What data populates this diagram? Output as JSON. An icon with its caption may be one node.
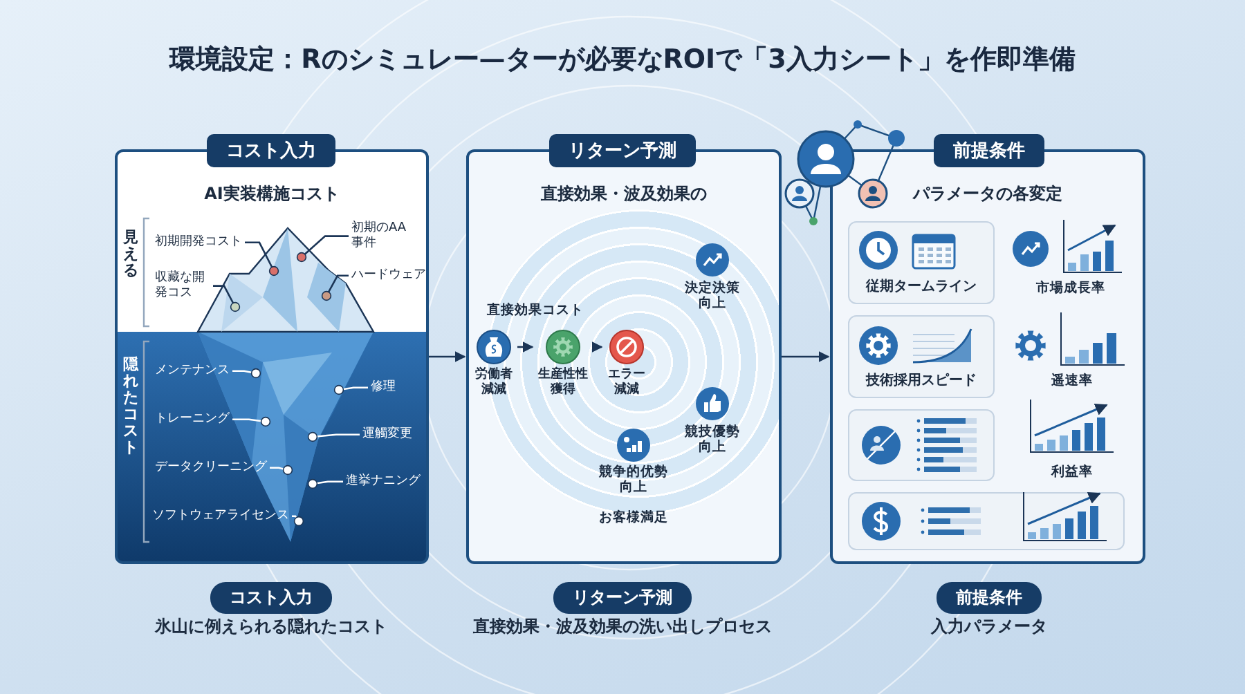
{
  "diagram": {
    "title": "環境設定：Rのシミュレー—ターが必要なROIで「3入力シート」を作即準備",
    "nodes": [
      {
        "text": [
          "AI実装構施コスト"
        ]
      },
      {
        "text": [
          "初期開発コスト"
        ],
        "in": 0
      },
      {
        "text": [
          "初期のAA事件"
        ],
        "in": 0
      },
      {
        "text": [
          "収藏な開発コス"
        ],
        "in": 0
      },
      {
        "text": [
          "ハードウェア"
        ],
        "in": 0
      },
      {
        "text": [
          "メンテナンス"
        ],
        "in": 0
      },
      {
        "text": [
          "修理"
        ],
        "in": 0
      },
      {
        "text": [
          "トレーニング"
        ],
        "in": 0
      },
      {
        "text": [
          "運觸変更"
        ],
        "in": 0
      },
      {
        "text": [
          "データクリーニング"
        ],
        "in": 0
      },
      {
        "text": [
          "進挙ナニング"
        ],
        "in": 0
      },
      {
        "text": [
          "ソフトウェアライセンス"
        ],
        "in": 0
      },
      {
        "text": [
          "直接効果・波及効果の"
        ]
      },
      {
        "text": [
          "労働者減減"
        ],
        "in": 12
      },
      {
        "text": [
          "生産性性獲得"
        ],
        "in": 12
      },
      {
        "text": [
          "エラー減減"
        ],
        "in": 12
      },
      {
        "text": [
          "パラメータの各変定"
        ]
      },
      {
        "text": [
          "従期タームライン"
        ],
        "in": 16
      },
      {
        "text": [
          "技術採用スピード"
        ],
        "in": 16
      },
      {
        "text": [],
        "shape": "box",
        "in": 16
      },
      {
        "text": [],
        "shape": "box",
        "in": 16
      },
      {
        "text": [
          "コスト入力"
        ],
        "beside": [
          "氷山に例えられる隠れたコスト"
        ]
      },
      {
        "text": [
          "リターン予測"
        ],
        "beside": [
          "直接効果・波及効果の洗い出しプロセス"
        ]
      },
      {
        "text": [
          "前提条件"
        ],
        "beside": [
          "入力パラメータ"
        ]
      },
      {
        "text": [],
        "shape": "picture",
        "in": 0
      },
      {
        "text": [
          "コスト入力"
        ]
      },
      {
        "text": [
          "リターン予測"
        ]
      },
      {
        "text": [
          "前提条件"
        ]
      }
    ],
    "edges": [
      {
        "from": 0,
        "to": 12,
        "arrow": "to"
      },
      {
        "from": 12,
        "to": 16,
        "arrow": "to"
      },
      {
        "from": 13,
        "to": 14,
        "arrow": "to"
      },
      {
        "from": 14,
        "to": 15,
        "arrow": "to"
      },
      {
        "from": 1,
        "to": 24,
        "arrow": "other"
      },
      {
        "from": 2,
        "to": 24,
        "arrow": "other"
      },
      {
        "from": 3,
        "to": 24,
        "arrow": "other"
      },
      {
        "from": 4,
        "to": 24,
        "arrow": "other"
      },
      {
        "from": 5,
        "to": 24,
        "arrow": "other",
        "color": "#ffffff"
      },
      {
        "from": 6,
        "to": 24,
        "arrow": "other",
        "color": "#ffffff"
      },
      {
        "from": 7,
        "to": 24,
        "arrow": "other",
        "color": "#ffffff"
      },
      {
        "from": 8,
        "to": 24,
        "arrow": "other",
        "color": "#ffffff"
      },
      {
        "from": 9,
        "to": 24,
        "arrow": "other",
        "color": "#ffffff"
      },
      {
        "from": 10,
        "to": 24,
        "arrow": "other",
        "color": "#ffffff"
      },
      {
        "from": 11,
        "to": 24,
        "arrow": "other",
        "color": "#ffffff"
      }
    ],
    "labels": [
      "見える",
      "隠れたコスト",
      "直接効果コスト",
      "決定決策向上",
      "競技優勢向上",
      "競争的优勢向上",
      "お客様満足",
      "市場成長率",
      "遥速率",
      "利益率"
    ]
  }
}
